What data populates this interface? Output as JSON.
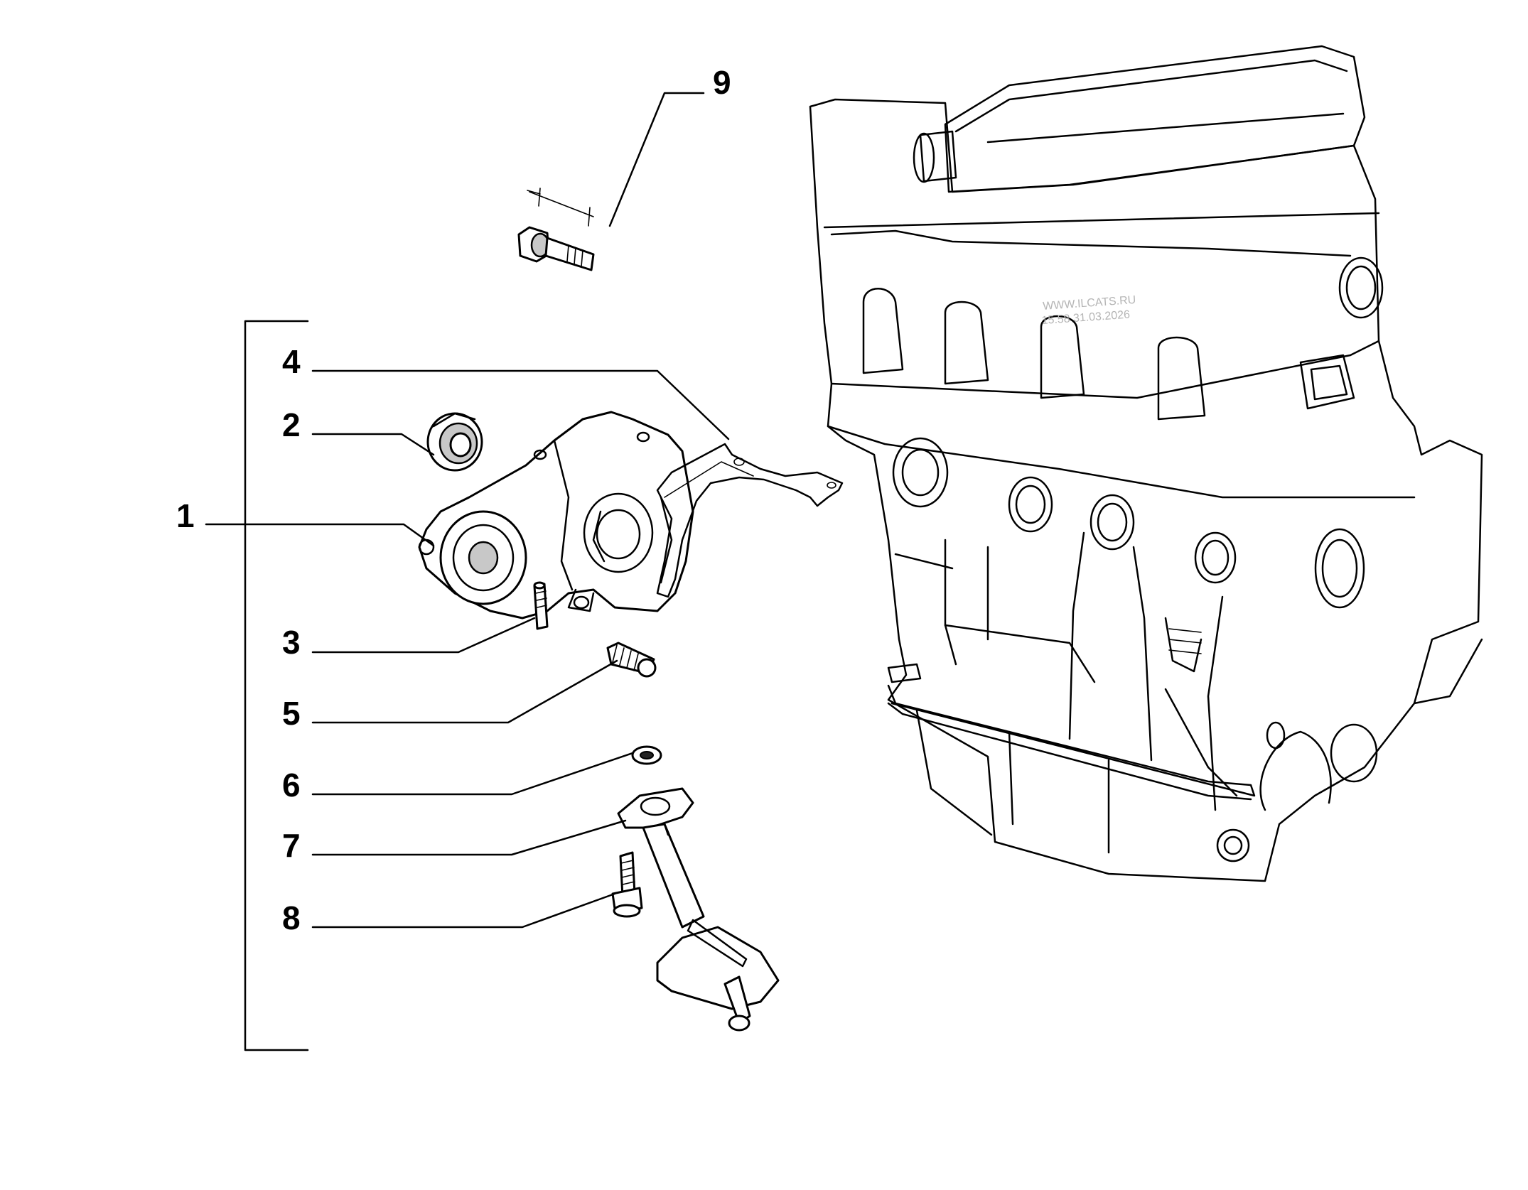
{
  "diagram": {
    "callouts": [
      {
        "id": "1",
        "label": "1"
      },
      {
        "id": "2",
        "label": "2"
      },
      {
        "id": "3",
        "label": "3"
      },
      {
        "id": "4",
        "label": "4"
      },
      {
        "id": "5",
        "label": "5"
      },
      {
        "id": "6",
        "label": "6"
      },
      {
        "id": "7",
        "label": "7"
      },
      {
        "id": "8",
        "label": "8"
      },
      {
        "id": "9",
        "label": "9"
      }
    ],
    "watermark": {
      "line1": "WWW.ILCATS.RU",
      "line2": "15.58 31.03.2026"
    }
  }
}
